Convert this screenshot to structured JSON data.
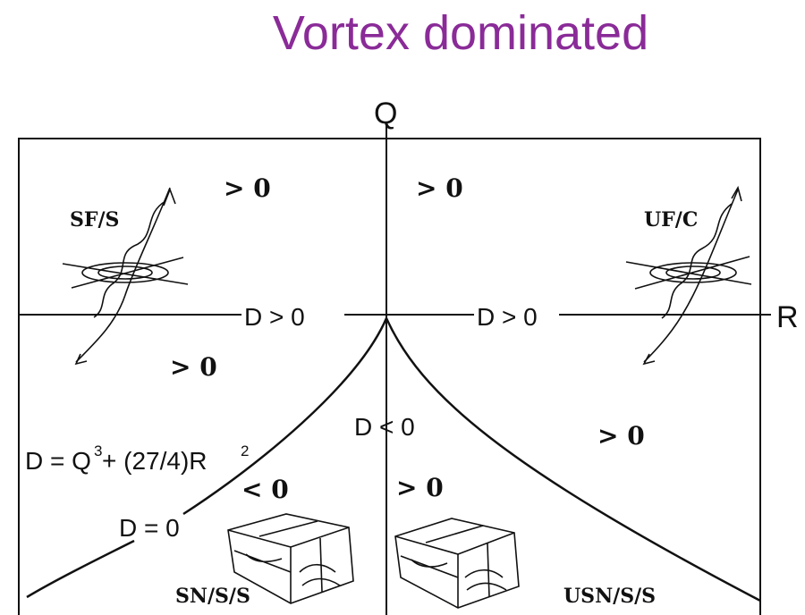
{
  "title": "Vortex dominated",
  "axes": {
    "q_label": "Q",
    "r_label": "R"
  },
  "region_labels": {
    "upper_left_gt": "> 0",
    "upper_right_gt": "> 0",
    "mid_left_gt": "> 0",
    "lower_right_gt": "> 0",
    "lower_left_lt": "< 0",
    "lower_center_gt": "> 0"
  },
  "discriminant": {
    "left_axis_label": "D > 0",
    "right_axis_label": "D > 0",
    "center_label": "D < 0",
    "curve_label": "D = 0",
    "formula_prefix": "D = Q",
    "formula_exp1": "3",
    "formula_mid": " + (27/4)R",
    "formula_exp2": "2"
  },
  "topologies": {
    "upper_left": "SF/S",
    "upper_right": "UF/C",
    "lower_left": "SN/S/S",
    "lower_right": "USN/S/S"
  }
}
